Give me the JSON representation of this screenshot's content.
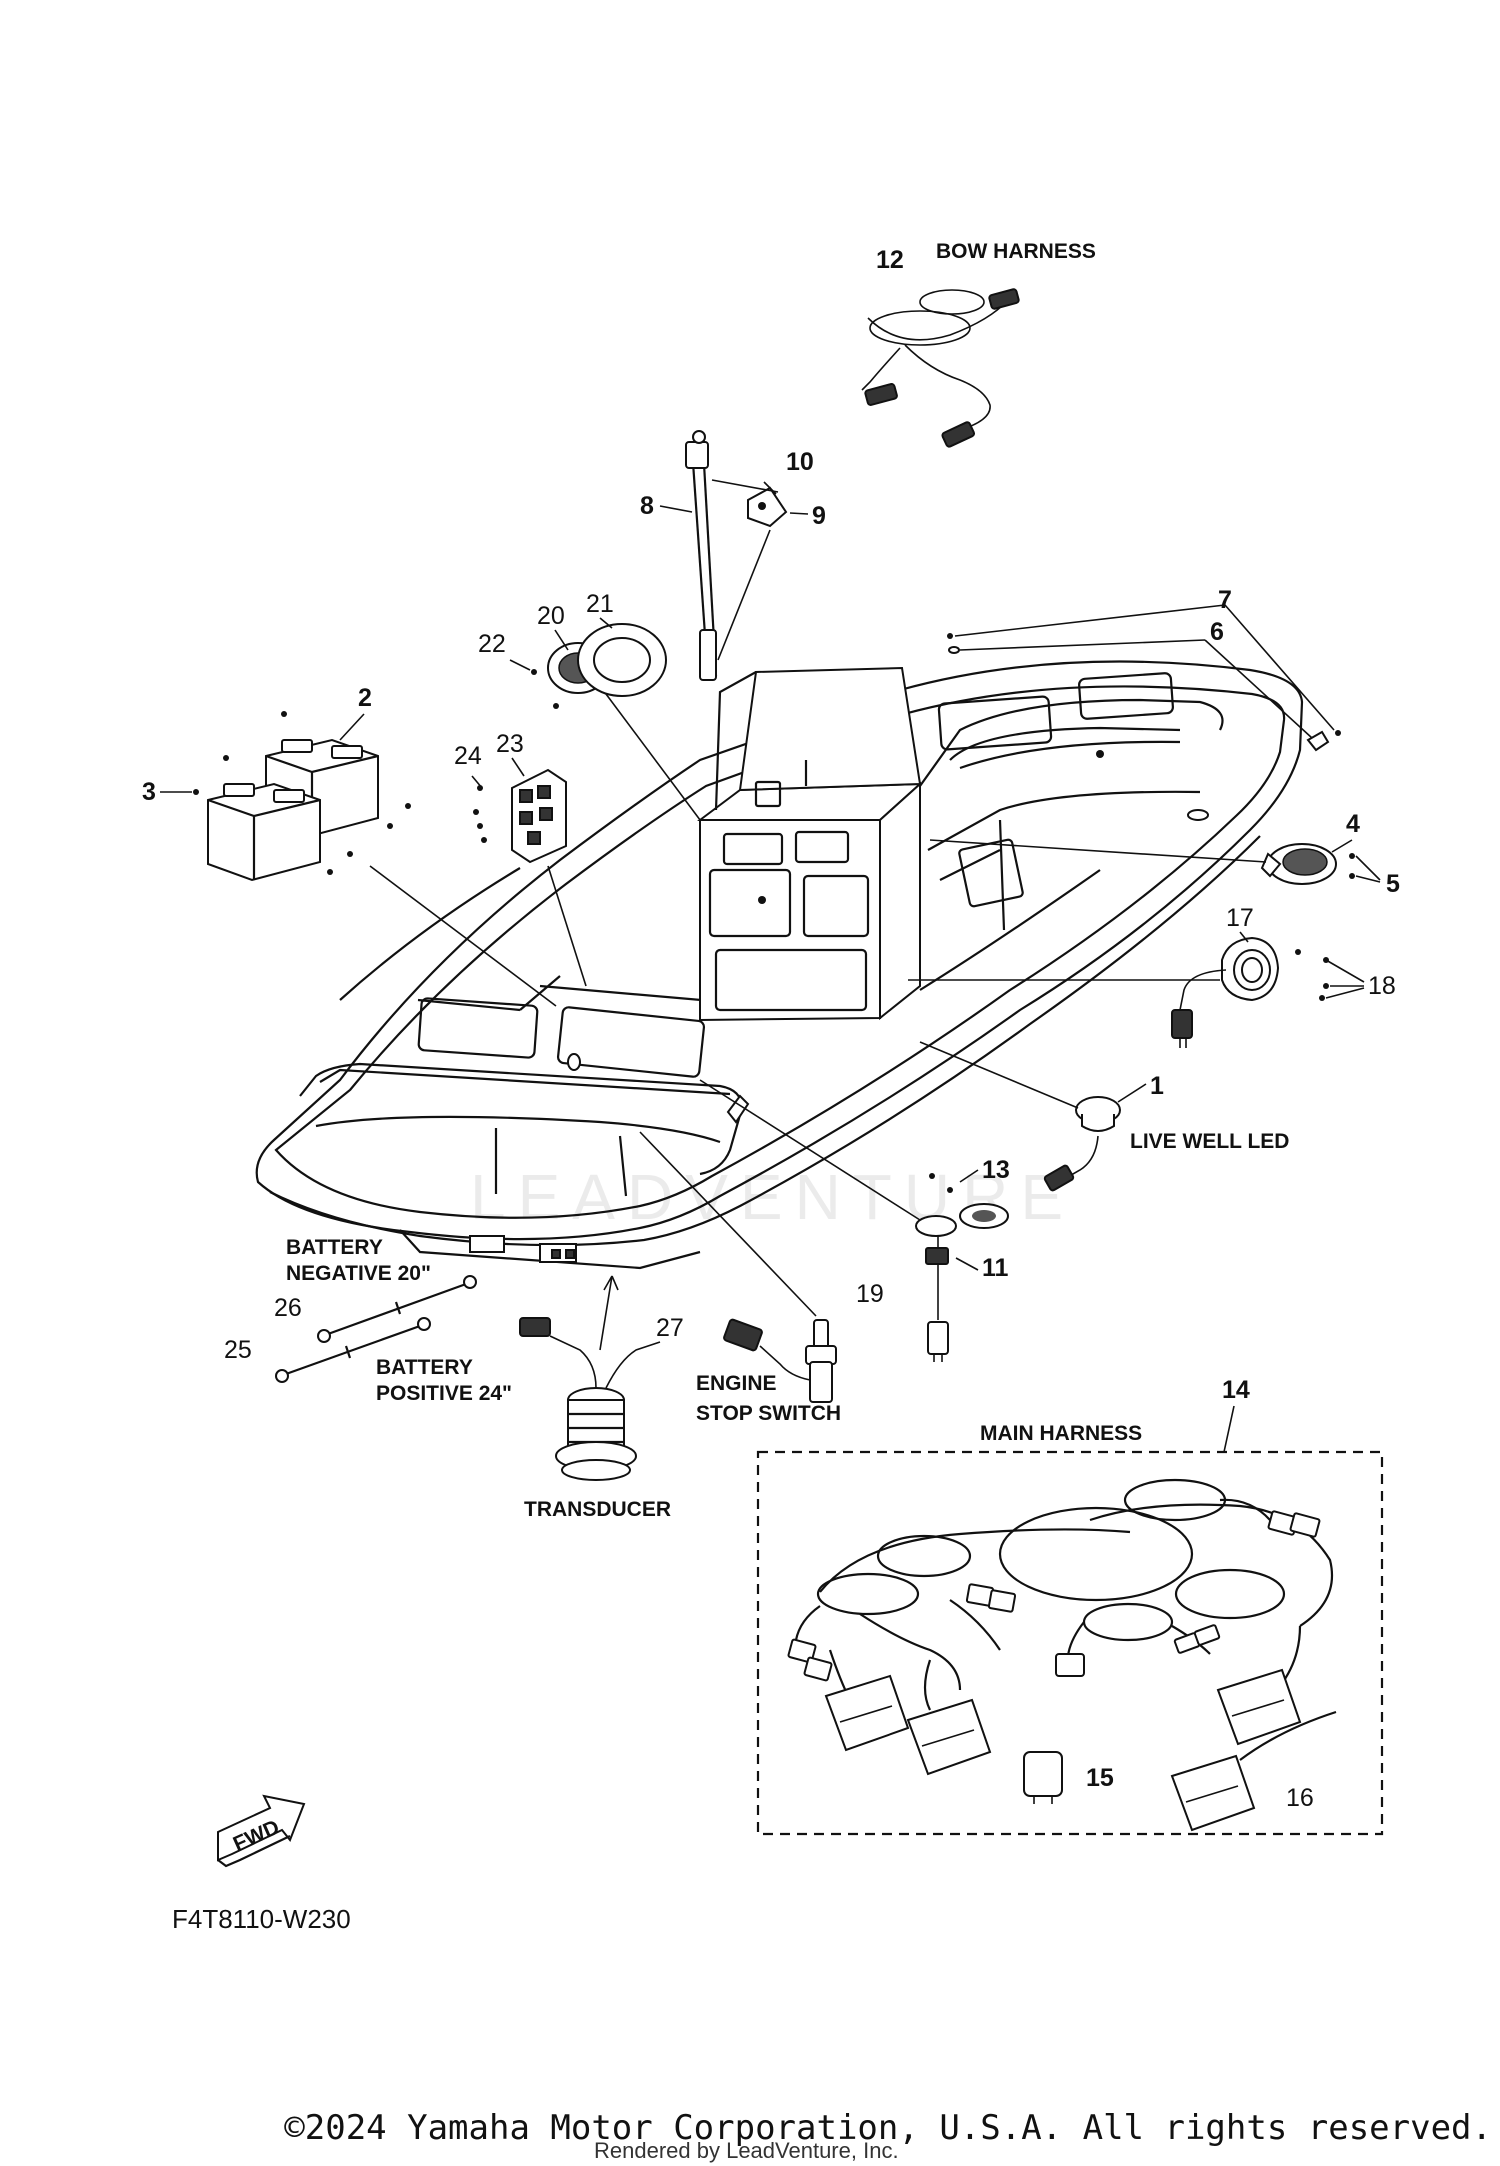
{
  "diagram_code": "F4T8110-W230",
  "watermark": "LEADVENTURE",
  "fwd_label": "FWD",
  "copyright": "©2024 Yamaha Motor Corporation, U.S.A. All rights reserved.",
  "rendered_by": "Rendered by LeadVenture, Inc.",
  "captions": {
    "bow_harness": "BOW HARNESS",
    "live_well_led": "LIVE WELL LED",
    "battery_negative_1": "BATTERY",
    "battery_negative_2": "NEGATIVE 20\"",
    "battery_positive_1": "BATTERY",
    "battery_positive_2": "POSITIVE 24\"",
    "engine_stop_1": "ENGINE",
    "engine_stop_2": "STOP SWITCH",
    "transducer": "TRANSDUCER",
    "main_harness": "MAIN HARNESS"
  },
  "callouts": {
    "c1": "1",
    "c2": "2",
    "c3": "3",
    "c4": "4",
    "c5": "5",
    "c6": "6",
    "c7": "7",
    "c8": "8",
    "c9": "9",
    "c10": "10",
    "c11": "11",
    "c12": "12",
    "c13": "13",
    "c14": "14",
    "c15": "15",
    "c16": "16",
    "c17": "17",
    "c18": "18",
    "c19": "19",
    "c20": "20",
    "c21": "21",
    "c22": "22",
    "c23": "23",
    "c24": "24",
    "c25": "25",
    "c26": "26",
    "c27": "27"
  }
}
